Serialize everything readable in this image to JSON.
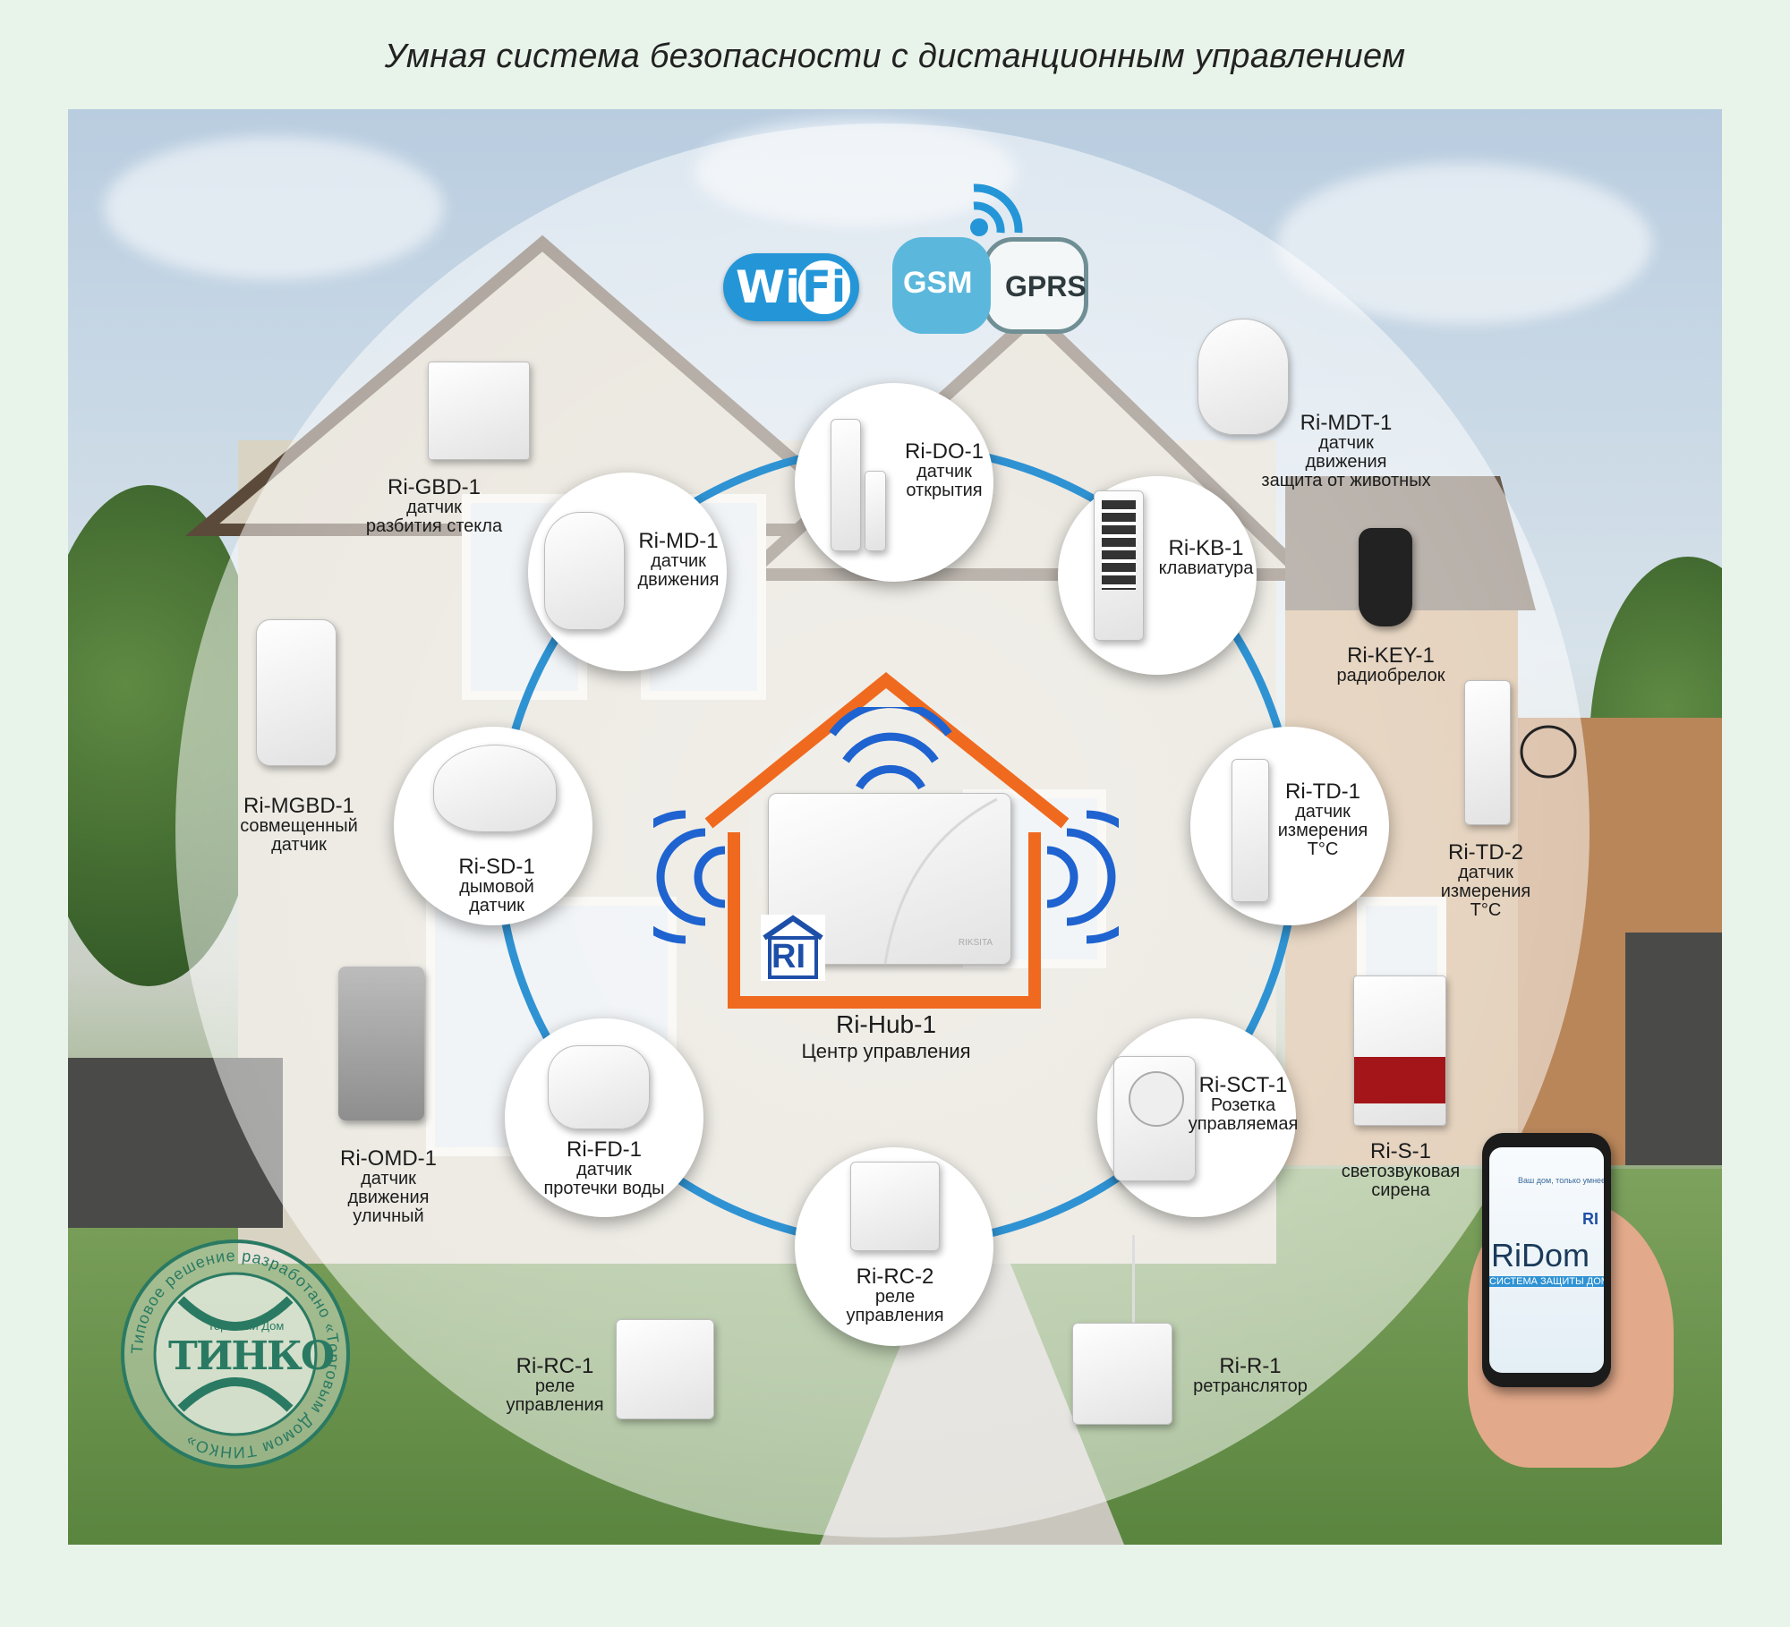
{
  "title": "Умная система безопасности с дистанционным управлением",
  "connectivity": {
    "wifi_left": "Wi",
    "wifi_right": "Fi",
    "gsm": "GSM",
    "gprs": "GPRS"
  },
  "hub": {
    "model": "Ri-Hub-1",
    "desc": "Центр управления",
    "brand": "RI",
    "case_text": "RIKSITA"
  },
  "devices": [
    {
      "model": "Ri-DO-1",
      "lines": [
        "датчик",
        "открытия"
      ]
    },
    {
      "model": "Ri-MD-1",
      "lines": [
        "датчик",
        "движения"
      ]
    },
    {
      "model": "Ri-KB-1",
      "lines": [
        "клавиатура"
      ]
    },
    {
      "model": "Ri-SD-1",
      "lines": [
        "дымовой",
        "датчик"
      ]
    },
    {
      "model": "Ri-TD-1",
      "lines": [
        "датчик",
        "измерения",
        "T°C"
      ]
    },
    {
      "model": "Ri-FD-1",
      "lines": [
        "датчик",
        "протечки воды"
      ]
    },
    {
      "model": "Ri-SCT-1",
      "lines": [
        "Розетка",
        "управляемая"
      ]
    },
    {
      "model": "Ri-RC-2",
      "lines": [
        "реле",
        "управления"
      ]
    },
    {
      "model": "Ri-GBD-1",
      "lines": [
        "датчик",
        "разбития стекла"
      ]
    },
    {
      "model": "Ri-MDT-1",
      "lines": [
        "датчик",
        "движения",
        "защита от животных"
      ]
    },
    {
      "model": "Ri-KEY-1",
      "lines": [
        "радиобрелок"
      ]
    },
    {
      "model": "Ri-MGBD-1",
      "lines": [
        "совмещенный",
        "датчик"
      ]
    },
    {
      "model": "Ri-TD-2",
      "lines": [
        "датчик",
        "измерения",
        "T°C"
      ]
    },
    {
      "model": "Ri-OMD-1",
      "lines": [
        "датчик",
        "движения",
        "уличный"
      ]
    },
    {
      "model": "Ri-S-1",
      "lines": [
        "светозвуковая",
        "сирена"
      ]
    },
    {
      "model": "Ri-RC-1",
      "lines": [
        "реле",
        "управления"
      ]
    },
    {
      "model": "Ri-R-1",
      "lines": [
        "ретранслятор"
      ]
    }
  ],
  "phone": {
    "tagline": "Ваш дом, только умнее",
    "app_name": "RiDom",
    "subtitle": "СИСТЕМА ЗАЩИТЫ ДОМА",
    "brand": "RI"
  },
  "stamp": {
    "ring_text": "Типовое решение разработано «Торговым Домом ТИНКО»",
    "small": "Торговый Дом",
    "logo": "ТИНКО"
  },
  "colors": {
    "ring": "#2f93d3",
    "hub_house": "#ef6a1f",
    "waves": "#1e63d0",
    "wifi": "#2496d8",
    "gsm": "#5bb8dc",
    "stamp": "#2a7a63"
  }
}
